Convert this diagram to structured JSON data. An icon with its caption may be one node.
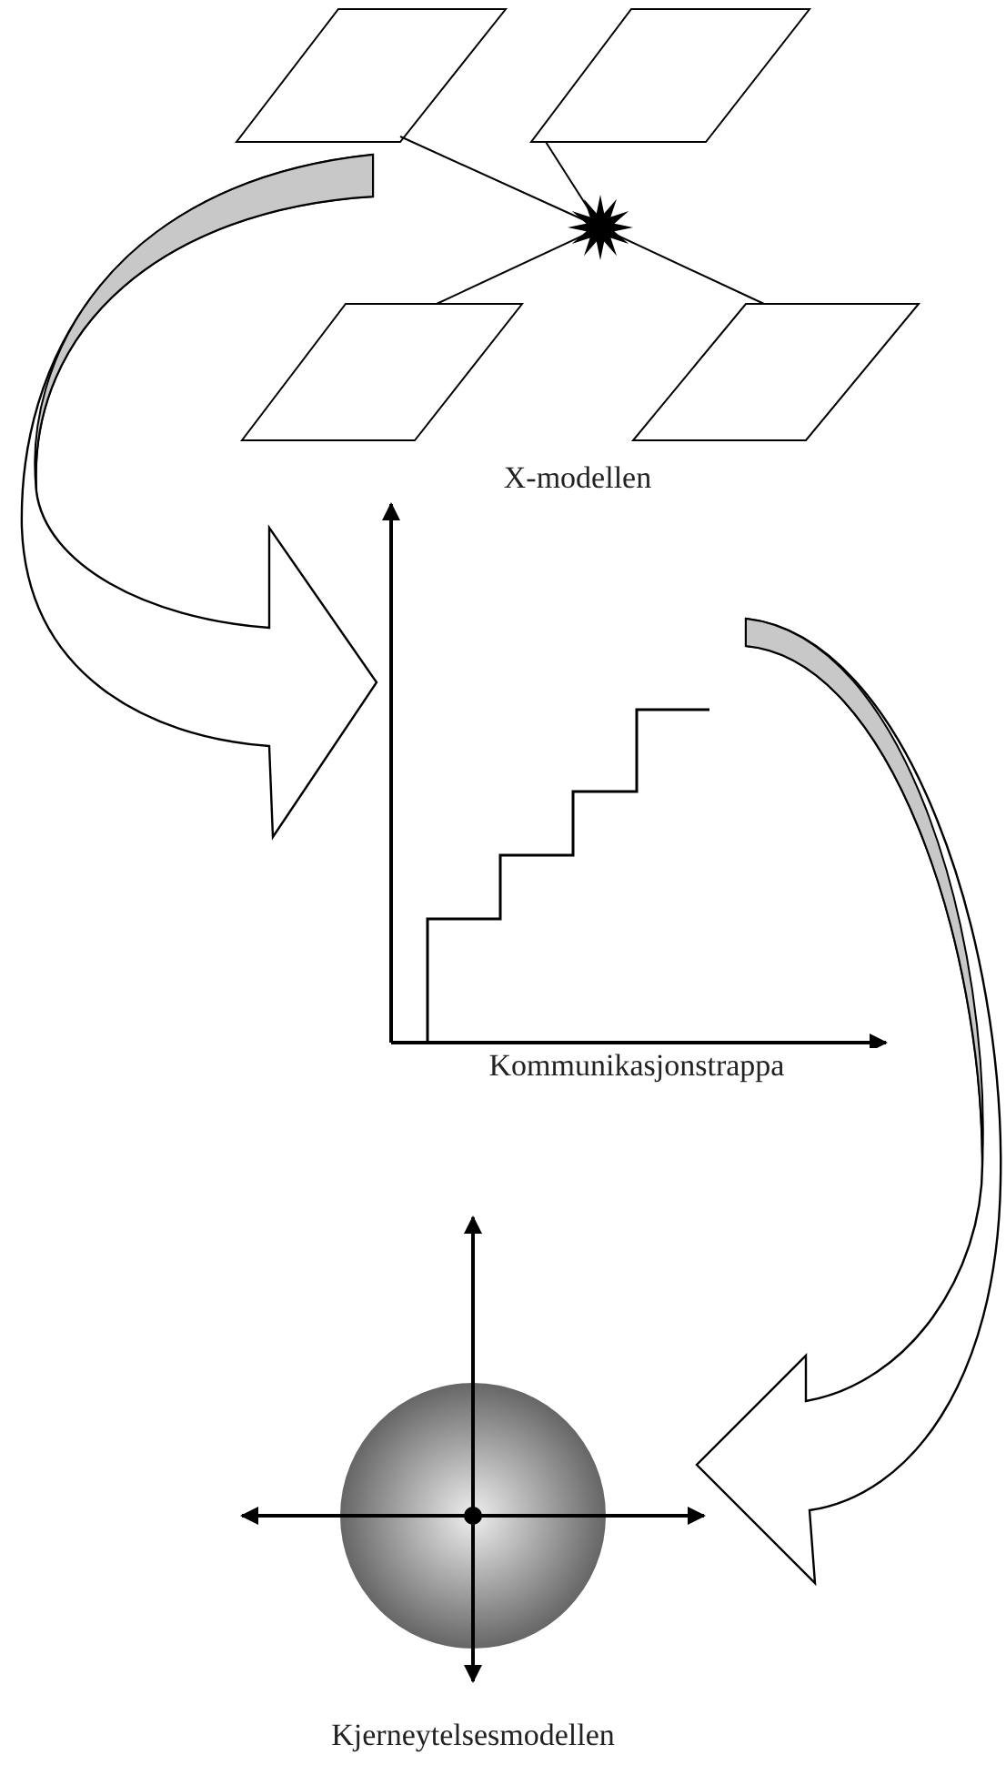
{
  "diagram": {
    "nodes": [
      {
        "text": [
          "X-modellen"
        ]
      },
      {
        "text": [
          "Kommunikasjonstrappa"
        ]
      },
      {
        "text": [
          "Kjerneytelsesmodellen"
        ]
      }
    ],
    "edges": [
      {
        "from": 0,
        "to": 1,
        "arrow": "to"
      },
      {
        "from": 1,
        "to": 2,
        "arrow": "to"
      }
    ]
  }
}
